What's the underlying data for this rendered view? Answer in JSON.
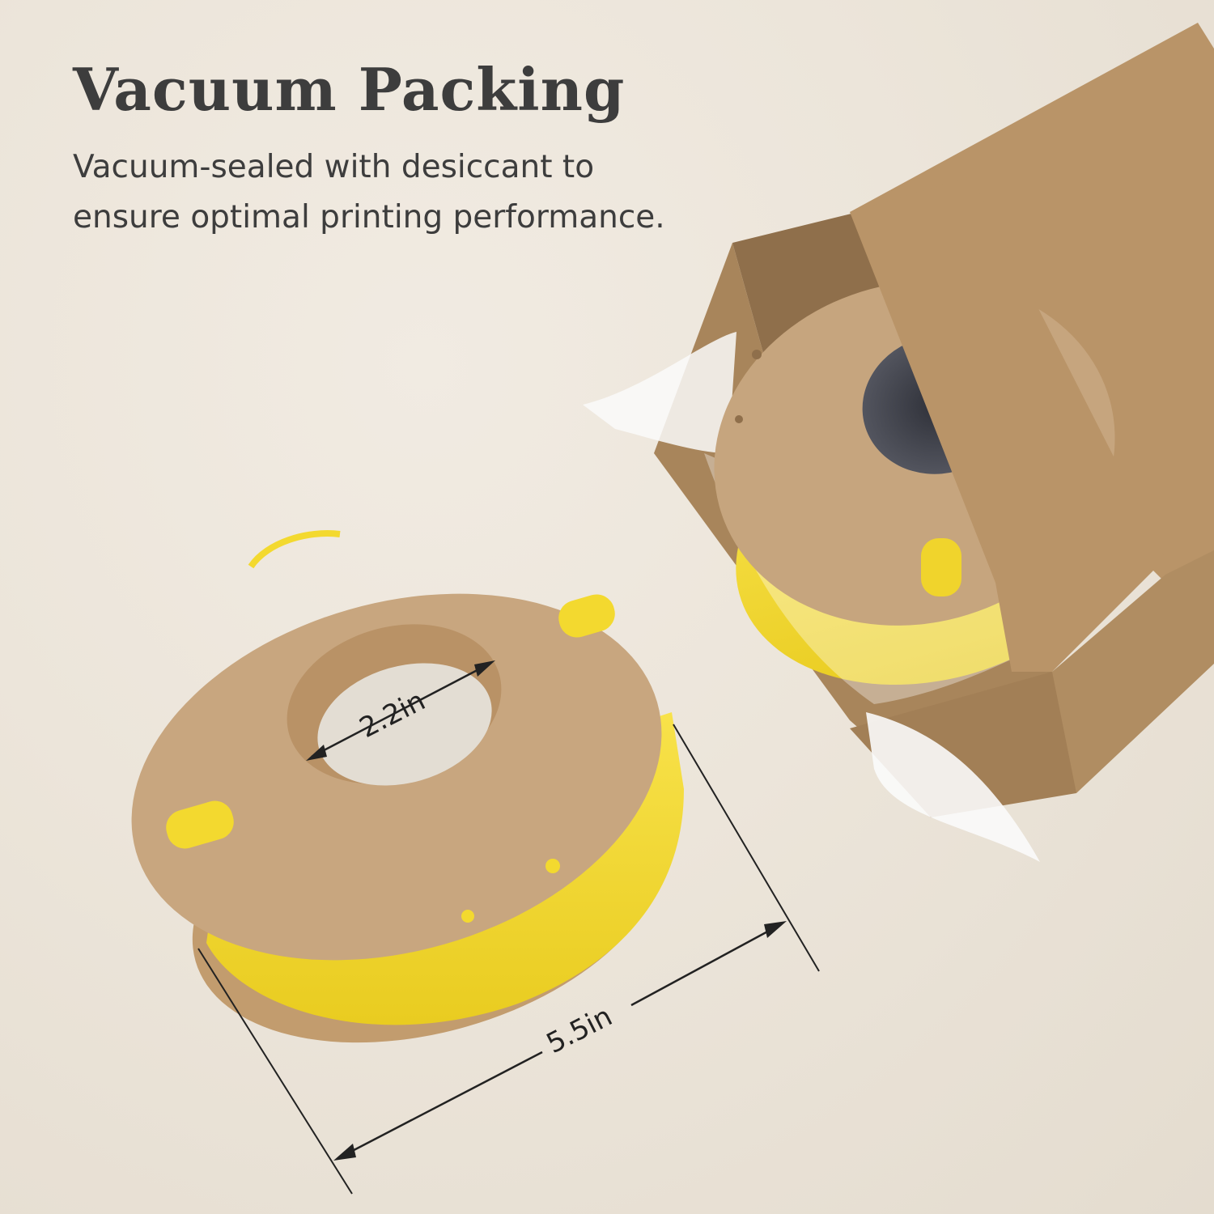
{
  "heading": {
    "title": "Vacuum Packing",
    "subtitle": "Vacuum-sealed with desiccant to ensure optimal printing performance."
  },
  "dimensions": {
    "inner_diameter": "2.2in",
    "outer_diameter": "5.5in"
  },
  "colors": {
    "background": "#ece5da",
    "cardboard": "#c6a57e",
    "box": "#b08d62",
    "filament": "#f3d92f",
    "text": "#3d3d3d"
  }
}
